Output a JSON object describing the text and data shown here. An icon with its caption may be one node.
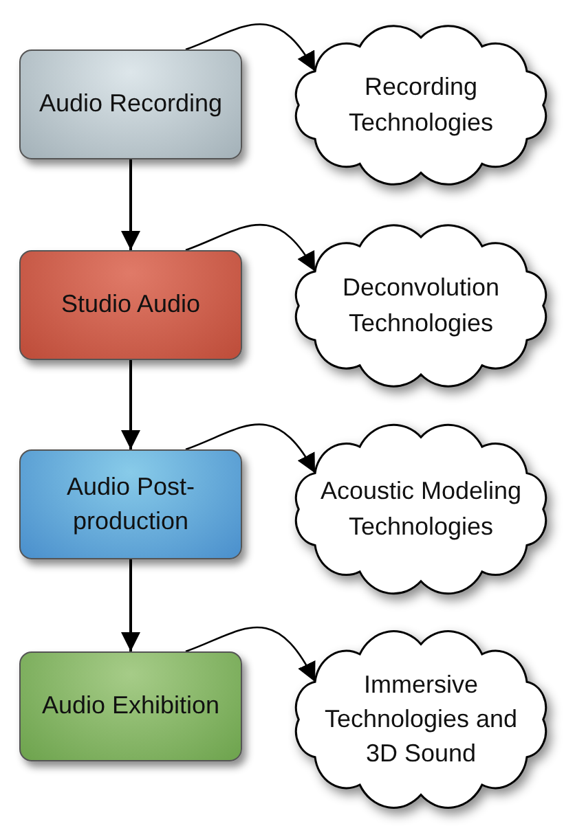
{
  "diagram": {
    "nodes": [
      {
        "text": [
          "Audio Recording"
        ]
      },
      {
        "text": [
          "Recording Technologies"
        ]
      },
      {
        "text": [
          "Studio Audio"
        ]
      },
      {
        "text": [
          "Deconvolution Technologies"
        ]
      },
      {
        "text": [
          "Audio Post-production"
        ]
      },
      {
        "text": [
          "Acoustic Modeling Technologies"
        ]
      },
      {
        "text": [
          "Audio Exhibition"
        ]
      },
      {
        "text": [
          "Immersive Technologies and 3D Sound"
        ]
      }
    ],
    "edges": [
      {
        "from": 0,
        "to": 1,
        "arrow": "to"
      },
      {
        "from": 0,
        "to": 2,
        "arrow": "to"
      },
      {
        "from": 2,
        "to": 3,
        "arrow": "to"
      },
      {
        "from": 2,
        "to": 4,
        "arrow": "to"
      },
      {
        "from": 4,
        "to": 5,
        "arrow": "to"
      },
      {
        "from": 4,
        "to": 6,
        "arrow": "to"
      },
      {
        "from": 6,
        "to": 7,
        "arrow": "to"
      }
    ]
  }
}
